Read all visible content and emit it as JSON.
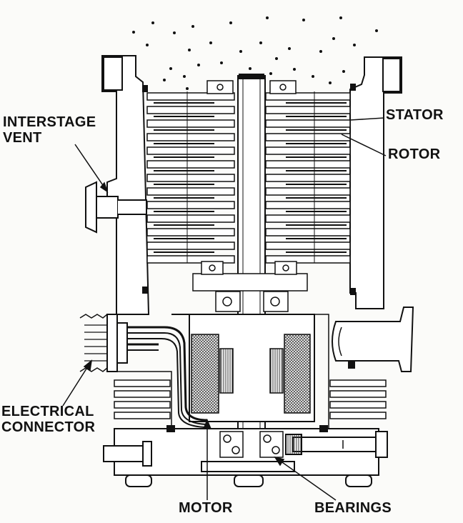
{
  "labels": {
    "interstage_vent": [
      "INTERSTAGE",
      "VENT"
    ],
    "stator": "STATOR",
    "rotor": "ROTOR",
    "electrical_connector": [
      "ELECTRICAL",
      "CONNECTOR"
    ],
    "motor": "MOTOR",
    "bearings": "BEARINGS"
  },
  "colors": {
    "ink": "#111111",
    "paper": "#fbfbf9",
    "hatch": "#555555"
  }
}
